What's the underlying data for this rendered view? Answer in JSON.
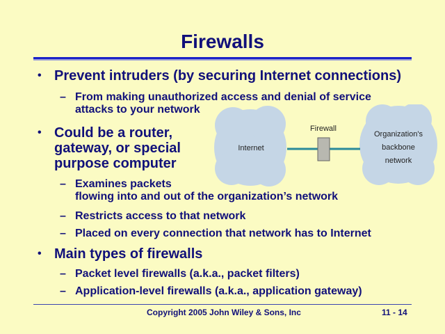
{
  "slide": {
    "title": "Firewalls",
    "bullets": [
      {
        "text": "Prevent intruders (by securing Internet connections)",
        "subs": [
          "From making unauthorized access and denial of service",
          "attacks to your network"
        ]
      },
      {
        "lines": [
          "Could be a router,",
          "gateway, or special",
          "purpose computer"
        ],
        "subs": [
          "Examines packets",
          "flowing into and out of the organization’s network",
          "Restricts access to that network",
          "Placed on every connection that network has to Internet"
        ]
      },
      {
        "text": "Main types of firewalls",
        "subs": [
          "Packet level firewalls (a.k.a., packet filters)",
          "Application-level firewalls (a.k.a., application gateway)"
        ]
      }
    ],
    "bullet_glyph": "•",
    "dash_glyph": "–"
  },
  "diagram": {
    "left_cloud": "Internet",
    "device_label": "Firewall",
    "right_cloud": [
      "Organization's",
      "backbone",
      "network"
    ],
    "colors": {
      "cloud": "#c5d6e6",
      "link": "#2a8a9a",
      "device": "#b8b8b0"
    }
  },
  "footer": {
    "copyright": "Copyright 2005 John Wiley & Sons, Inc",
    "page": "11 - 14"
  }
}
